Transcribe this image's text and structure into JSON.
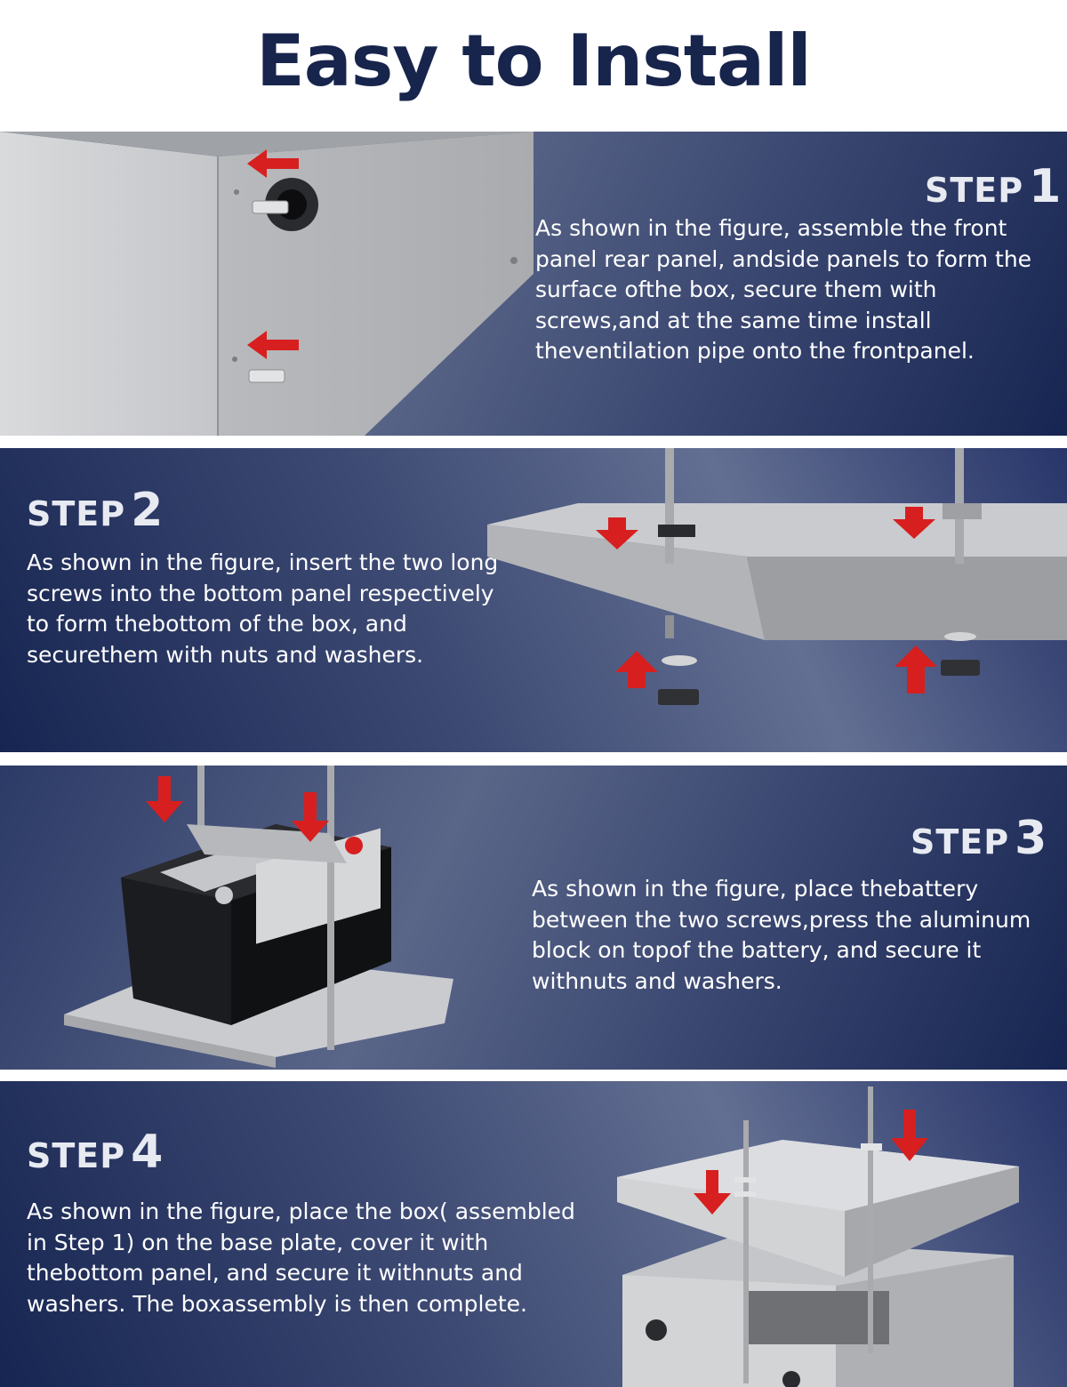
{
  "page": {
    "title": "Easy to Install"
  },
  "steps": [
    {
      "label": "STEP",
      "number": "1",
      "description": "As shown in the figure, assemble the front panel rear panel, andside panels to form the surface ofthe box, secure them with screws,and at the same time install theventilation pipe onto the frontpanel."
    },
    {
      "label": "STEP",
      "number": "2",
      "description": "As shown in the figure, insert the two long screws into the bottom panel respectively to form thebottom of the box, and securethem with nuts and washers."
    },
    {
      "label": "STEP",
      "number": "3",
      "description": "As shown in the figure, place thebattery between the two screws,press the aluminum block on topof the battery, and secure it withnuts and washers."
    },
    {
      "label": "STEP",
      "number": "4",
      "description": "As shown in the figure, place the box( assembled in Step 1) on the  base plate, cover it with thebottom panel, and secure it withnuts and washers. The boxassembly is then complete."
    }
  ],
  "colors": {
    "title": "#17244c",
    "panel_dark": "#172552",
    "panel_light": "#636f92",
    "arrow": "#d71f1f",
    "metal": "#c9cbcf"
  }
}
